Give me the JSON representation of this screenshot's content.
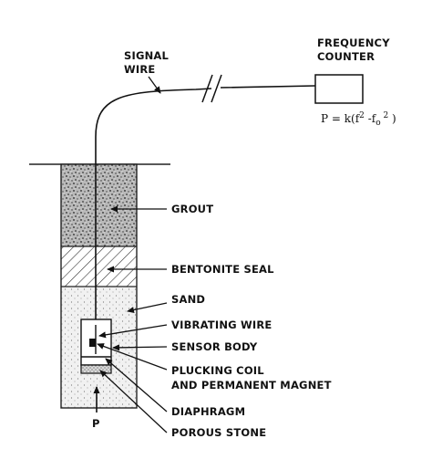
{
  "labels": {
    "signal_wire": [
      "SIGNAL",
      "WIRE"
    ],
    "frequency_counter": [
      "FREQUENCY",
      "COUNTER"
    ],
    "formula": "P = k(f² -fo²)",
    "grout": "GROUT",
    "bentonite_seal": "BENTONITE SEAL",
    "sand": "SAND",
    "vibrating_wire": "VIBRATING WIRE",
    "sensor_body": "SENSOR BODY",
    "plucking_coil": [
      "PLUCKING COIL",
      "AND PERMANENT MAGNET"
    ],
    "diaphragm": "DIAPHRAGM",
    "porous_stone": "POROUS STONE",
    "pressure": "P"
  }
}
